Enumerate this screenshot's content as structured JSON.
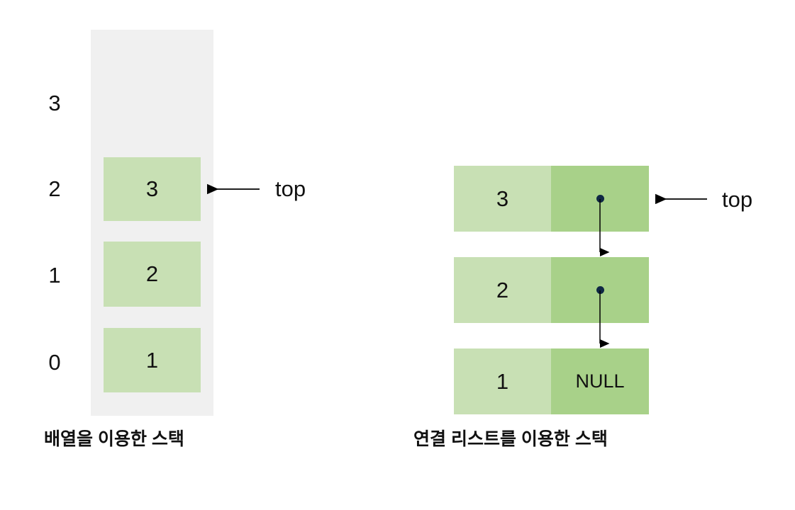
{
  "diagram": {
    "title_hidden": "",
    "colors": {
      "background": "#ffffff",
      "array_container": "#f0f0f0",
      "cell_light_green": "#c8e0b4",
      "node_dark_green": "#a8d189",
      "text": "#111111",
      "pointer_dot": "#0f2744",
      "arrow": "#000000"
    }
  },
  "array_stack": {
    "caption": "배열을 이용한 스택",
    "capacity": 4,
    "index_labels": [
      "3",
      "2",
      "1",
      "0"
    ],
    "cells": [
      {
        "index": "3",
        "value": "",
        "filled": false
      },
      {
        "index": "2",
        "value": "3",
        "filled": true
      },
      {
        "index": "1",
        "value": "2",
        "filled": true
      },
      {
        "index": "0",
        "value": "1",
        "filled": true
      }
    ],
    "top_pointer": {
      "label": "top",
      "points_to_index": "2"
    }
  },
  "linked_list_stack": {
    "caption": "연결 리스트를 이용한 스택",
    "nodes": [
      {
        "data": "3",
        "next": "pointer",
        "next_text": ""
      },
      {
        "data": "2",
        "next": "pointer",
        "next_text": ""
      },
      {
        "data": "1",
        "next": "null",
        "next_text": "NULL"
      }
    ],
    "top_pointer": {
      "label": "top",
      "points_to_node": "3"
    }
  }
}
